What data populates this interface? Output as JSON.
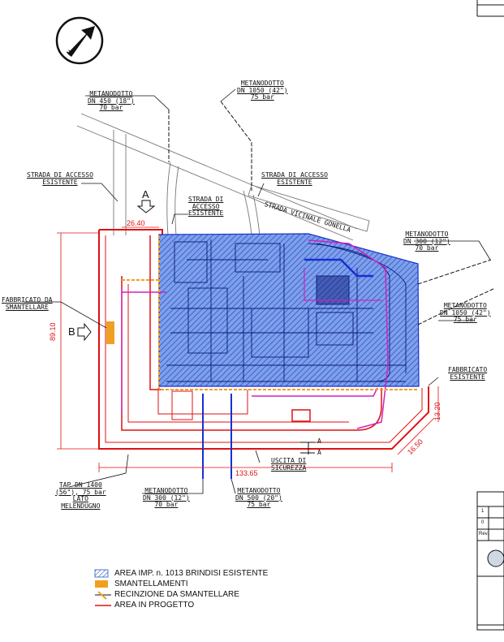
{
  "labels": {
    "metanodotto_450": "METANODOTTO\nDN 450 (18\")\n70 bar",
    "metanodotto_1050_top": "METANODOTTO\nDN 1050 (42\")\n75 bar",
    "strada_accesso_left": "STRADA DI ACCESSO\nESISTENTE",
    "strada_accesso_mid": "STRADA DI\nACCESSO\nESISTENTE",
    "strada_accesso_right": "STRADA DI ACCESSO\nESISTENTE",
    "strada_vicinale": "STRADA VICINALE GONELLA",
    "metanodotto_300_right": "METANODOTTO\nDN 300 (12\")\n70 bar",
    "metanodotto_1050_right": "METANODOTTO\nDN 1050 (42\")\n75 bar",
    "fabbricato_esistente": "FABBRICATO\nESISTENTE",
    "fabbricato_smantellare": "FABBRICATO DA\nSMANTELLARE",
    "tap": "TAP DN 1400\n(56\"), 75 bar\nLATO\nMELENDUGNO",
    "metanodotto_300_bottom": "METANODOTTO\nDN 300 (12\")\n70 bar",
    "metanodotto_500_bottom": "METANODOTTO\nDN 500 (20\")\n75 bar",
    "uscita": "USCITA DI\nSICUREZZA",
    "north": "N",
    "view_a": "A",
    "view_b": "B",
    "section_a1": "A",
    "section_a2": "A"
  },
  "dimensions": {
    "top": "26.40",
    "left": "89.10",
    "bottom": "133.65",
    "corner": "13.20",
    "diag": "16.50"
  },
  "legend": [
    {
      "text": "AREA IMP. n. 1013 BRINDISI ESISTENTE",
      "color": "#3f6fd8"
    },
    {
      "text": "SMANTELLAMENTI",
      "color": "#f0a020"
    },
    {
      "text": "RECINZIONE DA SMANTELLARE",
      "color": "#f0a020"
    },
    {
      "text": "AREA IN PROGETTO",
      "color": "#e01010"
    }
  ],
  "title_block": {
    "rows": [
      "1",
      "0",
      "Rev."
    ]
  },
  "colors": {
    "existing_area": "#3f6fd8",
    "dismantle": "#f0a020",
    "project": "#e01010",
    "pipe_blue": "#1a2fd0",
    "pipe_magenta": "#d020c0"
  }
}
